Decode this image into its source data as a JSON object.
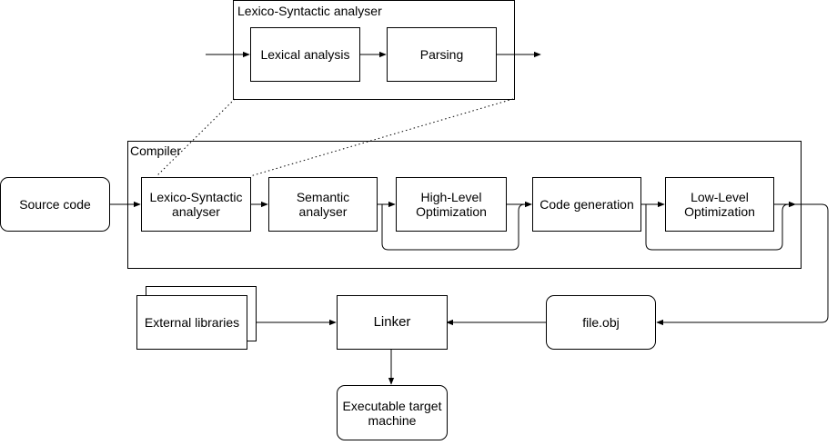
{
  "zoom_group": {
    "title": "Lexico-Syntactic analyser",
    "lexical": "Lexical analysis",
    "parsing": "Parsing"
  },
  "compiler": {
    "title": "Compiler",
    "lexsyn": "Lexico-Syntactic analyser",
    "semantic": "Semantic analyser",
    "highlevel": "High-Level Optimization",
    "codegen": "Code generation",
    "lowlevel": "Low-Level Optimization"
  },
  "source": "Source code",
  "external_libraries": "External libraries",
  "linker": "Linker",
  "fileobj": "file.obj",
  "executable": "Executable target machine"
}
